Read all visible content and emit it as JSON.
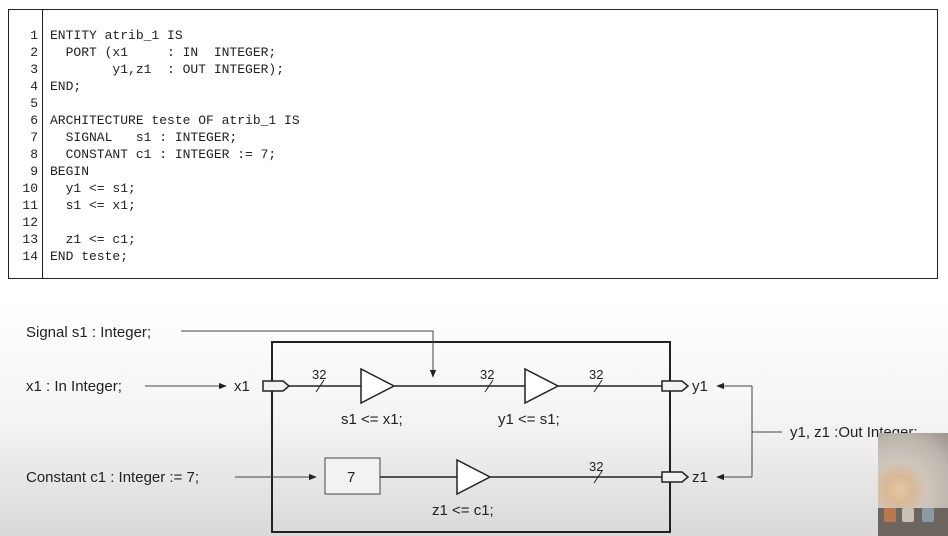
{
  "code": {
    "lines": [
      {
        "n": "1",
        "text": "ENTITY atrib_1 IS"
      },
      {
        "n": "2",
        "text": "  PORT (x1     : IN  INTEGER;"
      },
      {
        "n": "3",
        "text": "        y1,z1  : OUT INTEGER);"
      },
      {
        "n": "4",
        "text": "END;"
      },
      {
        "n": "5",
        "text": ""
      },
      {
        "n": "6",
        "text": "ARCHITECTURE teste OF atrib_1 IS"
      },
      {
        "n": "7",
        "text": "  SIGNAL   s1 : INTEGER;"
      },
      {
        "n": "8",
        "text": "  CONSTANT c1 : INTEGER := 7;"
      },
      {
        "n": "9",
        "text": "BEGIN"
      },
      {
        "n": "10",
        "text": "  y1 <= s1;"
      },
      {
        "n": "11",
        "text": "  s1 <= x1;"
      },
      {
        "n": "12",
        "text": ""
      },
      {
        "n": "13",
        "text": "  z1 <= c1;"
      },
      {
        "n": "14",
        "text": "END teste;"
      }
    ]
  },
  "diagram": {
    "annotations": {
      "signal": "Signal s1 : Integer;",
      "input": "x1 : In Integer;",
      "constant": "Constant c1 : Integer := 7;",
      "outputs": "y1, z1 :Out Integer;"
    },
    "ports": {
      "x1": "x1",
      "y1": "y1",
      "z1": "z1"
    },
    "constant_value": "7",
    "bus_width": "32",
    "assignments": {
      "s1": "s1 <= x1;",
      "y1": "y1 <= s1;",
      "z1": "z1 <= c1;"
    },
    "colors": {
      "line": "#222222",
      "box_fill": "#f2f2f2"
    }
  }
}
